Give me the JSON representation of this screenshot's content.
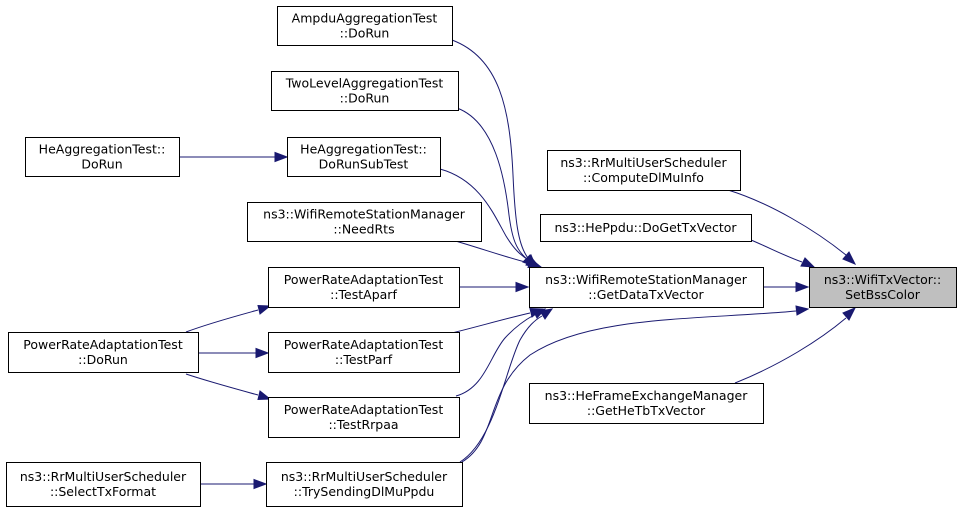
{
  "graph": {
    "focus": "n_setbss",
    "colors": {
      "edge": "#191970",
      "node_border": "#000000",
      "node_fill": "#ffffff",
      "focus_fill": "#bfbfbf"
    },
    "nodes": {
      "n_ampdu": {
        "lines": [
          "AmpduAggregationTest",
          "::DoRun"
        ]
      },
      "n_twolevel": {
        "lines": [
          "TwoLevelAggregationTest",
          "::DoRun"
        ]
      },
      "n_he_dorun": {
        "lines": [
          "HeAggregationTest::",
          "DoRun"
        ]
      },
      "n_he_subtest": {
        "lines": [
          "HeAggregationTest::",
          "DoRunSubTest"
        ]
      },
      "n_needrts": {
        "lines": [
          "ns3::WifiRemoteStationManager",
          "::NeedRts"
        ]
      },
      "n_aparf": {
        "lines": [
          "PowerRateAdaptationTest",
          "::TestAparf"
        ]
      },
      "n_pra_dorun": {
        "lines": [
          "PowerRateAdaptationTest",
          "::DoRun"
        ]
      },
      "n_parf": {
        "lines": [
          "PowerRateAdaptationTest",
          "::TestParf"
        ]
      },
      "n_rrpaa": {
        "lines": [
          "PowerRateAdaptationTest",
          "::TestRrpaa"
        ]
      },
      "n_selecttx": {
        "lines": [
          "ns3::RrMultiUserScheduler",
          "::SelectTxFormat"
        ]
      },
      "n_trysend": {
        "lines": [
          "ns3::RrMultiUserScheduler",
          "::TrySendingDlMuPpdu"
        ]
      },
      "n_getdatatx": {
        "lines": [
          "ns3::WifiRemoteStationManager",
          "::GetDataTxVector"
        ]
      },
      "n_computedl": {
        "lines": [
          "ns3::RrMultiUserScheduler",
          "::ComputeDlMuInfo"
        ]
      },
      "n_heppdu": {
        "lines": [
          "ns3::HePpdu::DoGetTxVector"
        ]
      },
      "n_hefem": {
        "lines": [
          "ns3::HeFrameExchangeManager",
          "::GetHeTbTxVector"
        ]
      },
      "n_setbss": {
        "lines": [
          "ns3::WifiTxVector::",
          "SetBssColor"
        ]
      }
    },
    "edges": [
      [
        "n_he_dorun",
        "n_he_subtest"
      ],
      [
        "n_pra_dorun",
        "n_aparf"
      ],
      [
        "n_pra_dorun",
        "n_parf"
      ],
      [
        "n_pra_dorun",
        "n_rrpaa"
      ],
      [
        "n_selecttx",
        "n_trysend"
      ],
      [
        "n_ampdu",
        "n_getdatatx"
      ],
      [
        "n_twolevel",
        "n_getdatatx"
      ],
      [
        "n_he_subtest",
        "n_getdatatx"
      ],
      [
        "n_needrts",
        "n_getdatatx"
      ],
      [
        "n_aparf",
        "n_getdatatx"
      ],
      [
        "n_parf",
        "n_getdatatx"
      ],
      [
        "n_rrpaa",
        "n_getdatatx"
      ],
      [
        "n_trysend",
        "n_getdatatx"
      ],
      [
        "n_getdatatx",
        "n_setbss"
      ],
      [
        "n_computedl",
        "n_setbss"
      ],
      [
        "n_heppdu",
        "n_setbss"
      ],
      [
        "n_hefem",
        "n_setbss"
      ],
      [
        "n_trysend",
        "n_setbss"
      ]
    ]
  }
}
